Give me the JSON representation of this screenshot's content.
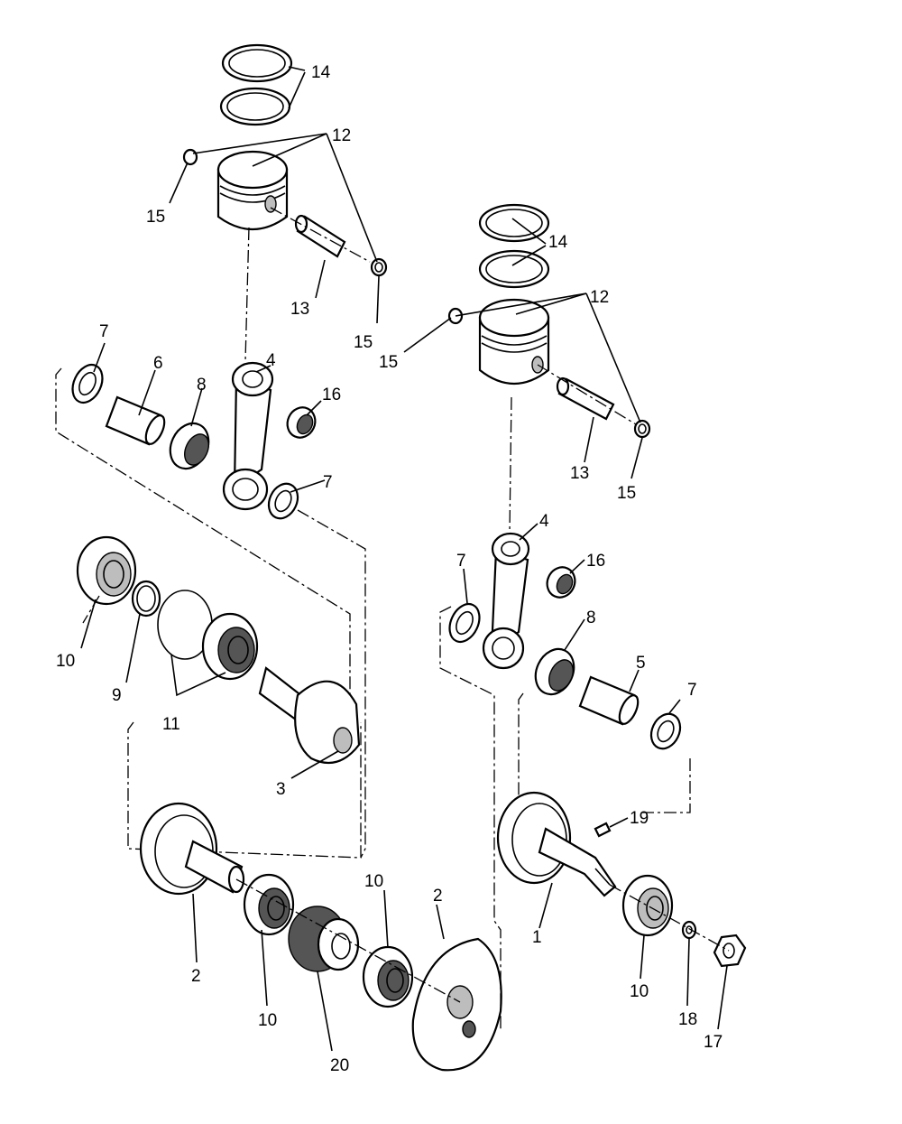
{
  "callouts": {
    "piston_rings_left": "14",
    "piston_rings_right": "14",
    "piston_left": "12",
    "piston_right": "12",
    "pin_clip_left_a": "15",
    "pin_clip_left_b": "15",
    "pin_clip_right_a": "15",
    "pin_clip_right_b": "15",
    "wrist_pin_left": "13",
    "wrist_pin_right": "13",
    "conrod_left": "4",
    "conrod_right": "4",
    "small_end_bearing_left": "16",
    "small_end_bearing_right": "16",
    "thrust_washer_left_a": "7",
    "thrust_washer_left_b": "7",
    "thrust_washer_right_a": "7",
    "thrust_washer_right_b": "7",
    "crank_pin_left": "6",
    "crank_pin_right": "5",
    "big_end_bearing_left": "8",
    "big_end_bearing_right": "8",
    "main_bearing_top": "10",
    "main_bearing_lower_left": "10",
    "main_bearing_lower_mid": "10",
    "main_bearing_right": "10",
    "snap_ring": "9",
    "retaining_rings": "11",
    "crank_half_left": "3",
    "crank_wheel_left": "2",
    "crank_wheel_mid": "2",
    "crank_end_right": "1",
    "labyrinth_seal": "20",
    "woodruff_key": "19",
    "lock_washer": "18",
    "nut": "17"
  }
}
